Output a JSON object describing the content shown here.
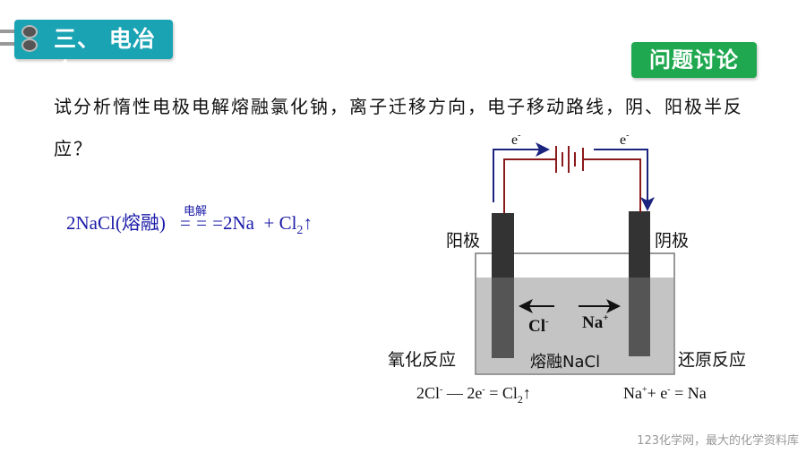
{
  "section_title": "三、 电冶金",
  "discussion_badge": "问题讨论",
  "question": "试分析惰性电极电解熔融氯化钠，离子迁移方向，电子移动路线，阴、阳极半反应？",
  "equation": {
    "lhs": "2NaCl(熔融)",
    "condition": "电解",
    "sign": "===",
    "rhs": "2Na  + Cl",
    "sub": "2",
    "arrow": "↑"
  },
  "diagram": {
    "electron_left": "e",
    "electron_right": "e",
    "electron_charge": "-",
    "anode_label": "阳极",
    "cathode_label": "阴极",
    "anion": "Cl",
    "anion_charge": "-",
    "cation": "Na",
    "cation_charge": "+",
    "electrolyte": "熔融NaCl",
    "oxidation_label": "氧化反应",
    "reduction_label": "还原反应",
    "anode_reaction": {
      "a": "2Cl",
      "b": "-",
      "c": " — 2e",
      "d": "-",
      "e": " = Cl",
      "f": "2",
      "g": "↑"
    },
    "cathode_reaction": {
      "a": "Na",
      "b": "+",
      "c": "+ e",
      "d": "-",
      "e": " = Na"
    },
    "wire_color_electron": "#1a237e",
    "wire_color_circuit": "#8b1a1a"
  },
  "footer": "123化学网，最大的化学资料库"
}
